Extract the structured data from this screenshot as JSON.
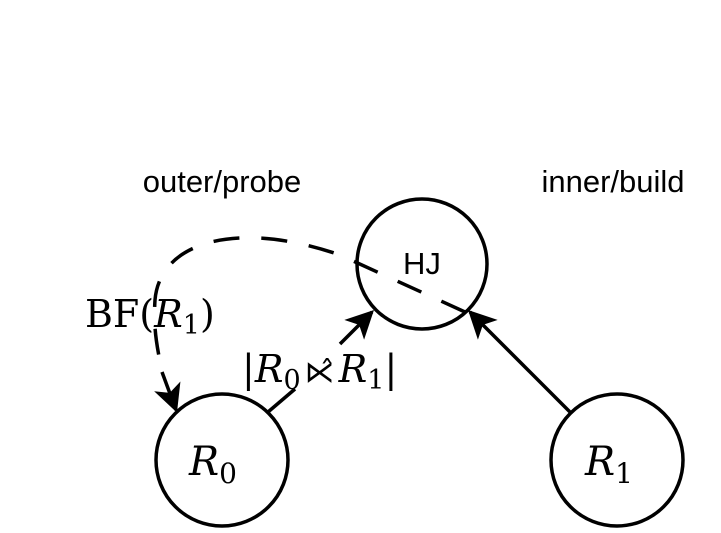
{
  "labels": {
    "outer": "outer/probe",
    "inner": "inner/build"
  },
  "nodes": {
    "hj": {
      "label": "HJ"
    },
    "r0": {
      "base": "R",
      "sub": "0"
    },
    "r1": {
      "base": "R",
      "sub": "1"
    }
  },
  "edges": {
    "bloom_filter": {
      "prefix": "BF(",
      "base": "R",
      "sub": "1",
      "suffix": ")"
    },
    "semi_join": {
      "bar_left": "|",
      "left_base": "R",
      "left_sub": "0",
      "op": "⋉̂",
      "right_base": "R",
      "right_sub": "1",
      "bar_right": "|"
    }
  },
  "colors": {
    "stroke": "#000000",
    "background": "#ffffff"
  }
}
